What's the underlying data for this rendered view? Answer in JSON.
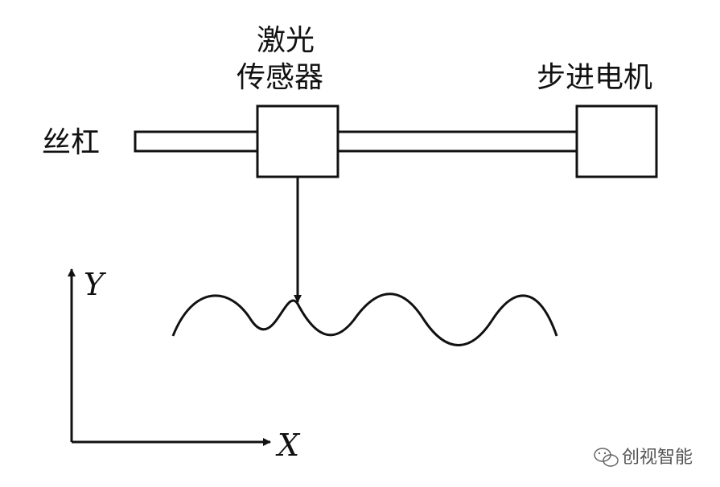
{
  "labels": {
    "lead_screw": "丝杠",
    "laser_sensor_line1": "激光",
    "laser_sensor_line2": "传感器",
    "stepper_motor": "步进电机",
    "axis_y": "Y",
    "axis_x": "X"
  },
  "watermark": {
    "text": "创视智能",
    "icon": "wechat-icon"
  },
  "colors": {
    "line": "#111111",
    "background": "#ffffff",
    "watermark": "#555555"
  }
}
